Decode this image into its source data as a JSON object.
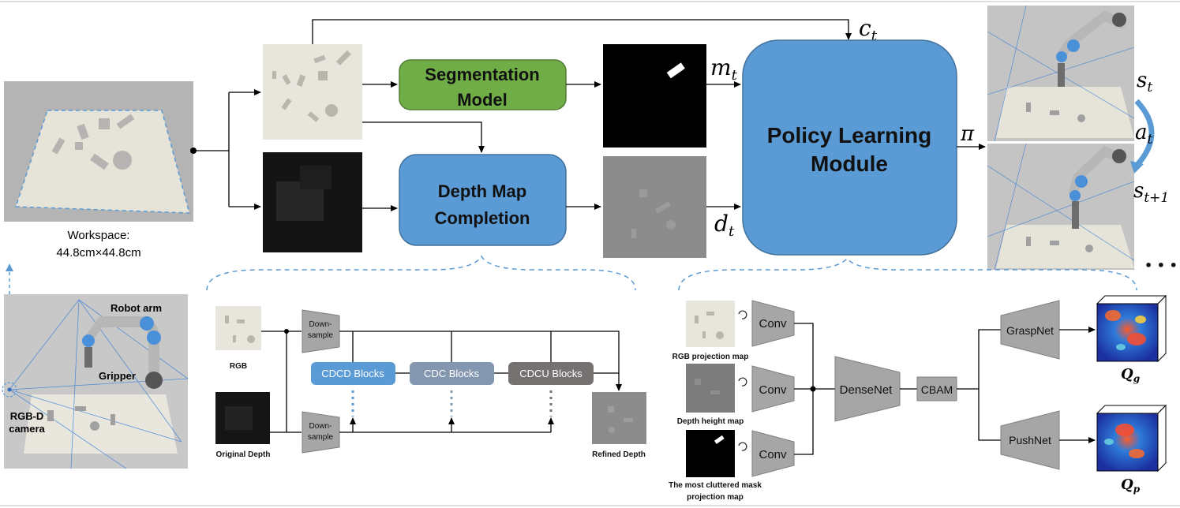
{
  "workspace": {
    "label_line1": "Workspace:",
    "label_line2": "44.8cm×44.8cm"
  },
  "scene": {
    "robot_arm": "Robot arm",
    "gripper": "Gripper",
    "camera_line1": "RGB-D",
    "camera_line2": "camera"
  },
  "blocks": {
    "segmentation_line1": "Segmentation",
    "segmentation_line2": "Model",
    "depth_completion_line1": "Depth Map",
    "depth_completion_line2": "Completion",
    "policy_line1": "Policy Learning",
    "policy_line2": "Module"
  },
  "symbols": {
    "c": "c",
    "c_sub": "t",
    "m": "m",
    "m_sub": "t",
    "d": "d",
    "d_sub": "t",
    "pi": "π",
    "s": "s",
    "s_sub": "t",
    "a": "a",
    "a_sub": "t",
    "s_next": "s",
    "s_next_sub": "t+1",
    "ellipsis": "• • •"
  },
  "depth_detail": {
    "rgb": "RGB",
    "original_depth": "Original Depth",
    "refined_depth": "Refined Depth",
    "downsample_line1": "Down-",
    "downsample_line2": "sample",
    "cdcd": "CDCD Blocks",
    "cdc": "CDC Blocks",
    "cdcu": "CDCU Blocks"
  },
  "policy_detail": {
    "rgb_map": "RGB projection map",
    "depth_map": "Depth height map",
    "mask_map_line1": "The most cluttered mask",
    "mask_map_line2": "projection map",
    "conv": "Conv",
    "densenet": "DenseNet",
    "cbam": "CBAM",
    "graspnet": "GraspNet",
    "pushnet": "PushNet",
    "qg": "Q",
    "qg_sub": "g",
    "qp": "Q",
    "qp_sub": "p"
  },
  "colors": {
    "segmentation_green": "#70ad47",
    "block_blue": "#5b9bd5",
    "cdcd_blue": "#5b9bd5",
    "cdc_gray_blue": "#8497b0",
    "cdcu_gray": "#767171",
    "trapezoid_gray": "#a6a6a6",
    "dashed_blue": "#5b9bd5"
  }
}
